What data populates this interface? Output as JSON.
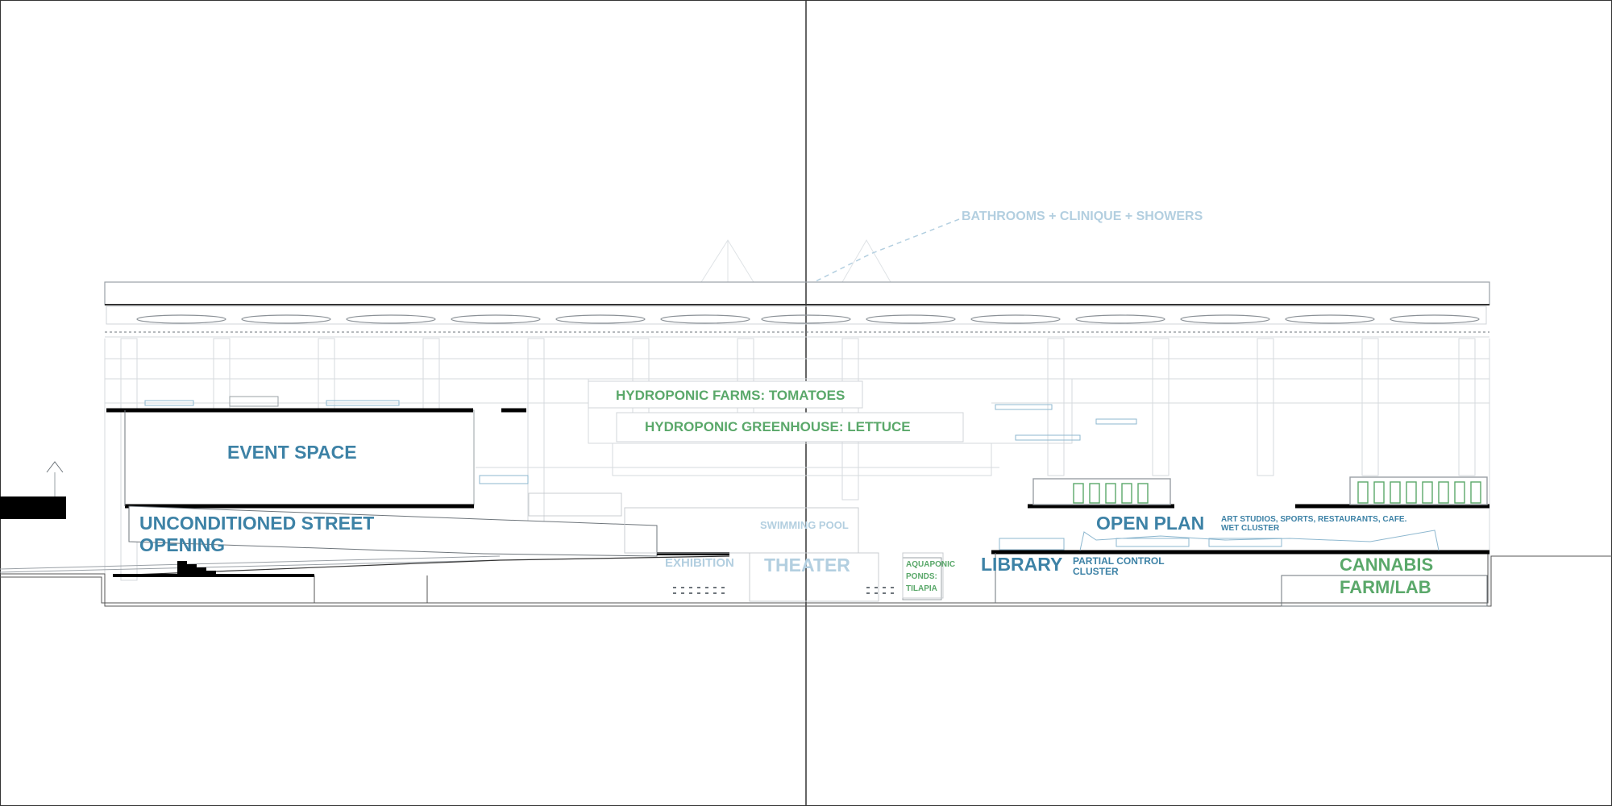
{
  "labels": {
    "bathrooms": "BATHROOMS + CLINIQUE + SHOWERS",
    "farms_tomatoes": "HYDROPONIC FARMS: TOMATOES",
    "greenhouse_lettuce": "HYDROPONIC GREENHOUSE: LETTUCE",
    "event_space": "EVENT SPACE",
    "street_line1": "UNCONDITIONED STREET",
    "street_line2": "OPENING",
    "swimming_pool": "SWIMMING POOL",
    "exhibition": "EXHIBITION",
    "theater": "THEATER",
    "aquaponic_line1": "AQUAPONIC",
    "aquaponic_line2": "PONDS:",
    "aquaponic_line3": "TILAPIA",
    "library": "LIBRARY",
    "partial_line1": "PARTIAL CONTROL",
    "partial_line2": "CLUSTER",
    "open_plan": "OPEN PLAN",
    "art_line1": "ART STUDIOS, SPORTS, RESTAURANTS, CAFE.",
    "art_line2": "WET CLUSTER",
    "cannabis_line1": "CANNABIS",
    "cannabis_line2": "FARM/LAB"
  },
  "colors": {
    "blue": "#3d82a6",
    "green": "#5aa86a",
    "pale_blue": "#b3cfe0",
    "line": "#c8ccd0",
    "heavy": "#000000"
  }
}
